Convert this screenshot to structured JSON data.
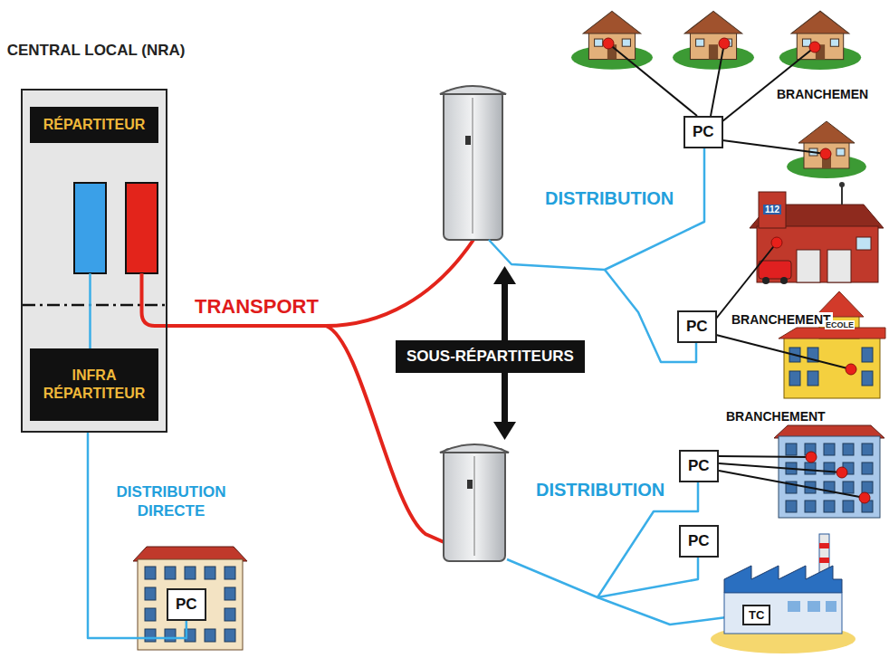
{
  "diagram": {
    "nodes": [
      {
        "text": [
          "CENTRAL LOCAL (NRA)"
        ]
      },
      {
        "text": [
          "RÉPARTITEUR"
        ],
        "in": 0
      },
      {
        "text": [
          "INFRA RÉPARTITEUR"
        ],
        "in": 0
      },
      {
        "text": [
          "SOUS-RÉPARTITEURS"
        ]
      },
      {
        "text": [
          "PC"
        ]
      },
      {
        "text": [
          "PC"
        ]
      },
      {
        "text": [
          "PC"
        ]
      },
      {
        "text": [
          "PC"
        ]
      },
      {
        "text": [
          "TC"
        ]
      },
      {
        "text": [
          "PC"
        ]
      }
    ],
    "edges": [
      {
        "from": 2,
        "to": 9,
        "arrow": "none",
        "label": "DISTRIBUTION DIRECTE"
      }
    ],
    "labels": [
      "BRANCHEMEN",
      "TRANSPORT",
      "DISTRIBUTION",
      "112",
      "BRANCHEMENT",
      "ECOLE",
      "BRANCHEMENT",
      "DISTRIBUTION"
    ]
  }
}
